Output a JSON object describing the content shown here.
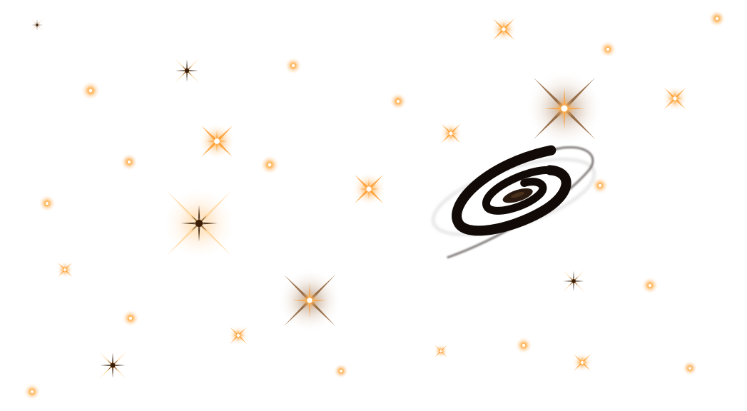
{
  "scene": {
    "background": "#ffffff",
    "colors": {
      "glow_orange": "#ff9a2a",
      "glow_soft": "#ffd49a",
      "core_white": "#ffffff",
      "dark_core": "#3a1e08",
      "brown_halo": "#a07a55",
      "galaxy": "#120a06"
    },
    "objects": [
      {
        "kind": "sparkle-star",
        "size": "small"
      },
      {
        "kind": "sparkle-star",
        "size": "medium"
      },
      {
        "kind": "sparkle-star",
        "size": "large"
      },
      {
        "kind": "glow-dot",
        "size": "small"
      },
      {
        "kind": "spiral-galaxy",
        "size": "large"
      }
    ]
  }
}
